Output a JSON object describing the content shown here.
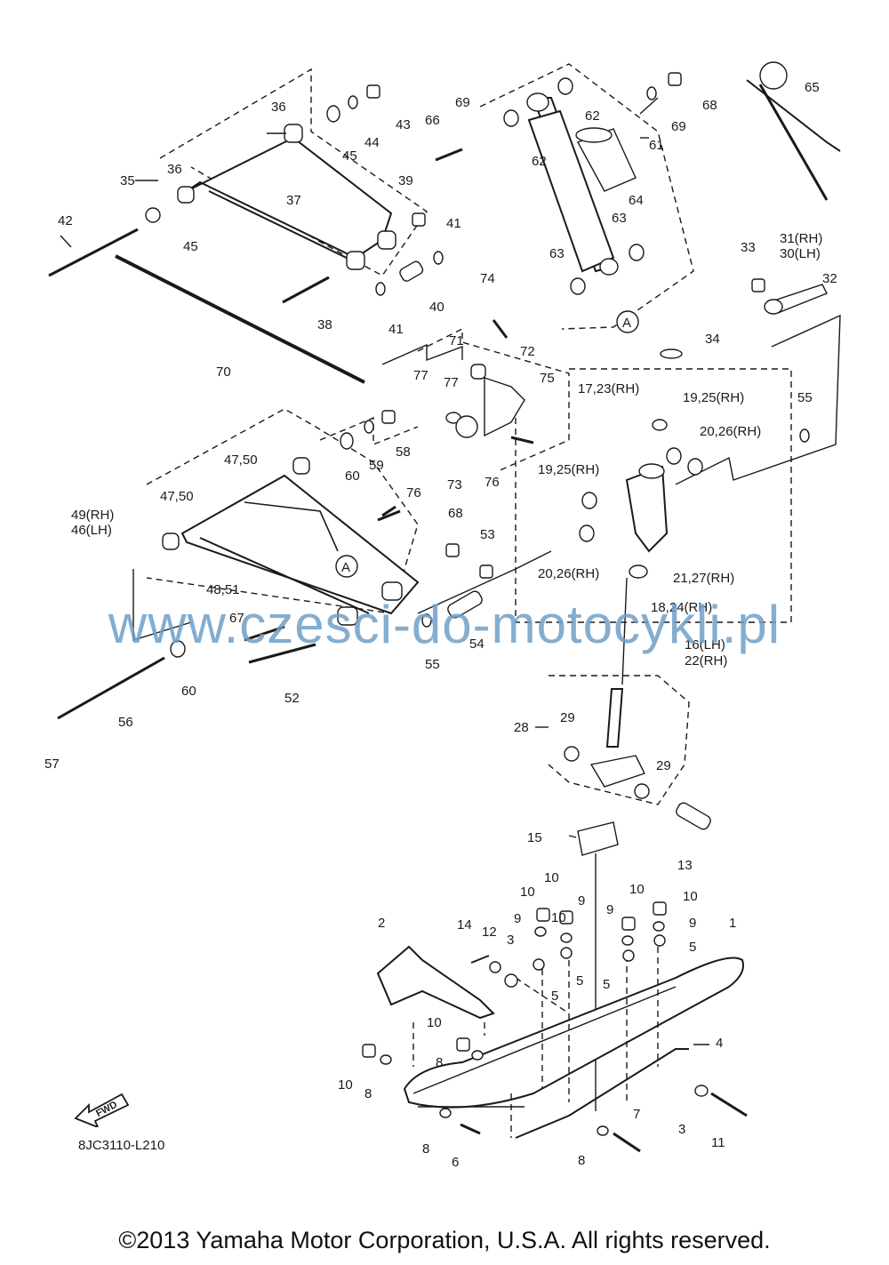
{
  "watermark": "www.czesci-do-motocykli.pl",
  "copyright": "©2013 Yamaha Motor Corporation, U.S.A. All rights reserved.",
  "diagram_code": "8JC3110-L210",
  "fwd_label": "FWD",
  "ref_circle_label": "A",
  "labels": [
    "1",
    "2",
    "3",
    "3",
    "4",
    "5",
    "5",
    "5",
    "5",
    "6",
    "7",
    "8",
    "8",
    "8",
    "8",
    "9",
    "9",
    "9",
    "9",
    "10",
    "10",
    "10",
    "10",
    "10",
    "10",
    "10",
    "11",
    "12",
    "13",
    "14",
    "15",
    "16(LH)",
    "22(RH)",
    "17,23(RH)",
    "18,24(RH)",
    "19,25(RH)",
    "19,25(RH)",
    "20,26(RH)",
    "20,26(RH)",
    "21,27(RH)",
    "28",
    "29",
    "29",
    "30(LH)",
    "31(RH)",
    "32",
    "33",
    "34",
    "35",
    "36",
    "36",
    "37",
    "38",
    "39",
    "40",
    "41",
    "41",
    "42",
    "43",
    "44",
    "45",
    "45",
    "46(LH)",
    "49(RH)",
    "47,50",
    "47,50",
    "48,51",
    "52",
    "53",
    "54",
    "55",
    "55",
    "56",
    "57",
    "58",
    "59",
    "60",
    "60",
    "61",
    "62",
    "62",
    "63",
    "63",
    "64",
    "65",
    "66",
    "67",
    "68",
    "68",
    "69",
    "69",
    "70",
    "71",
    "72",
    "73",
    "74",
    "75",
    "76",
    "76",
    "77",
    "77"
  ]
}
